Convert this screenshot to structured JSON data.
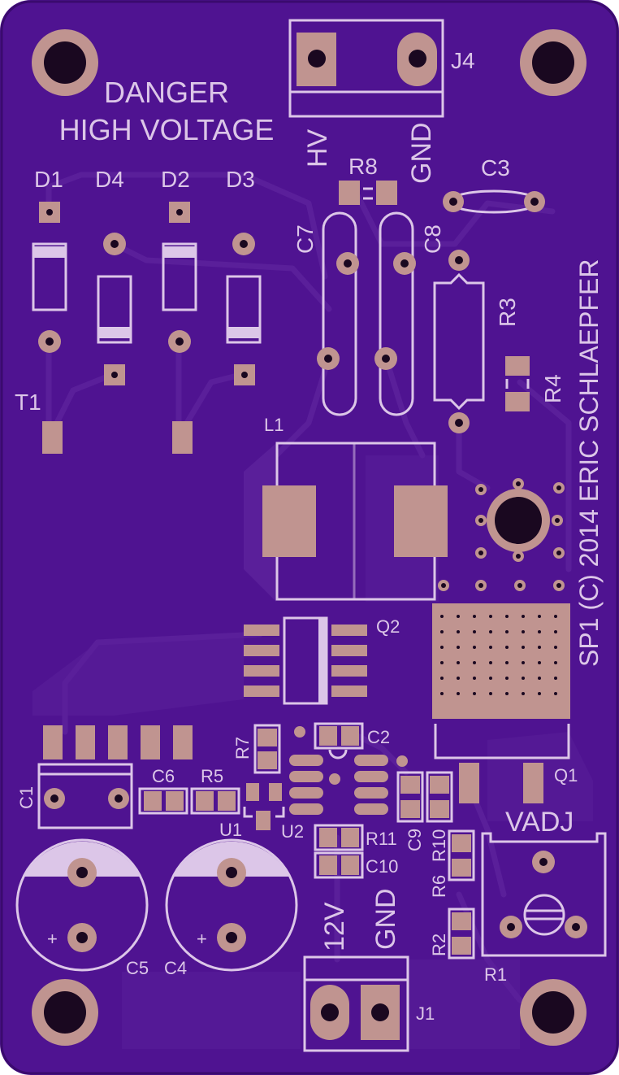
{
  "board": {
    "colors": {
      "substrate": "#4f1391",
      "edge": "#3a0a6e",
      "copper_trace": "#5a1f9a",
      "pad": "#c09490",
      "silkscreen": "#dcc6e8",
      "drill": "#1a0820"
    }
  },
  "warning": {
    "line1": "DANGER",
    "line2": "HIGH VOLTAGE"
  },
  "credit": "SP1 (C) 2014 ERIC SCHLAEPFER",
  "designators": {
    "D1": "D1",
    "D4": "D4",
    "D2": "D2",
    "D3": "D3",
    "T1": "T1",
    "L1": "L1",
    "Q2": "Q2",
    "Q1": "Q1",
    "J4": "J4",
    "J1": "J1",
    "C1": "C1",
    "C2": "C2",
    "C3": "C3",
    "C4": "C4",
    "C5": "C5",
    "C6": "C6",
    "C7": "C7",
    "C8": "C8",
    "C9": "C9",
    "C10": "C10",
    "R1": "R1",
    "R2": "R2",
    "R3": "R3",
    "R4": "R4",
    "R5": "R5",
    "R6": "R6",
    "R7": "R7",
    "R8": "R8",
    "R10": "R10",
    "R11": "R11",
    "U1": "U1",
    "U2": "U2"
  },
  "connector_labels": {
    "hv": "HV",
    "gnd_top": "GND",
    "v12": "12V",
    "gnd_bottom": "GND"
  },
  "pot_label": "VADJ",
  "polarity_mark": "+"
}
